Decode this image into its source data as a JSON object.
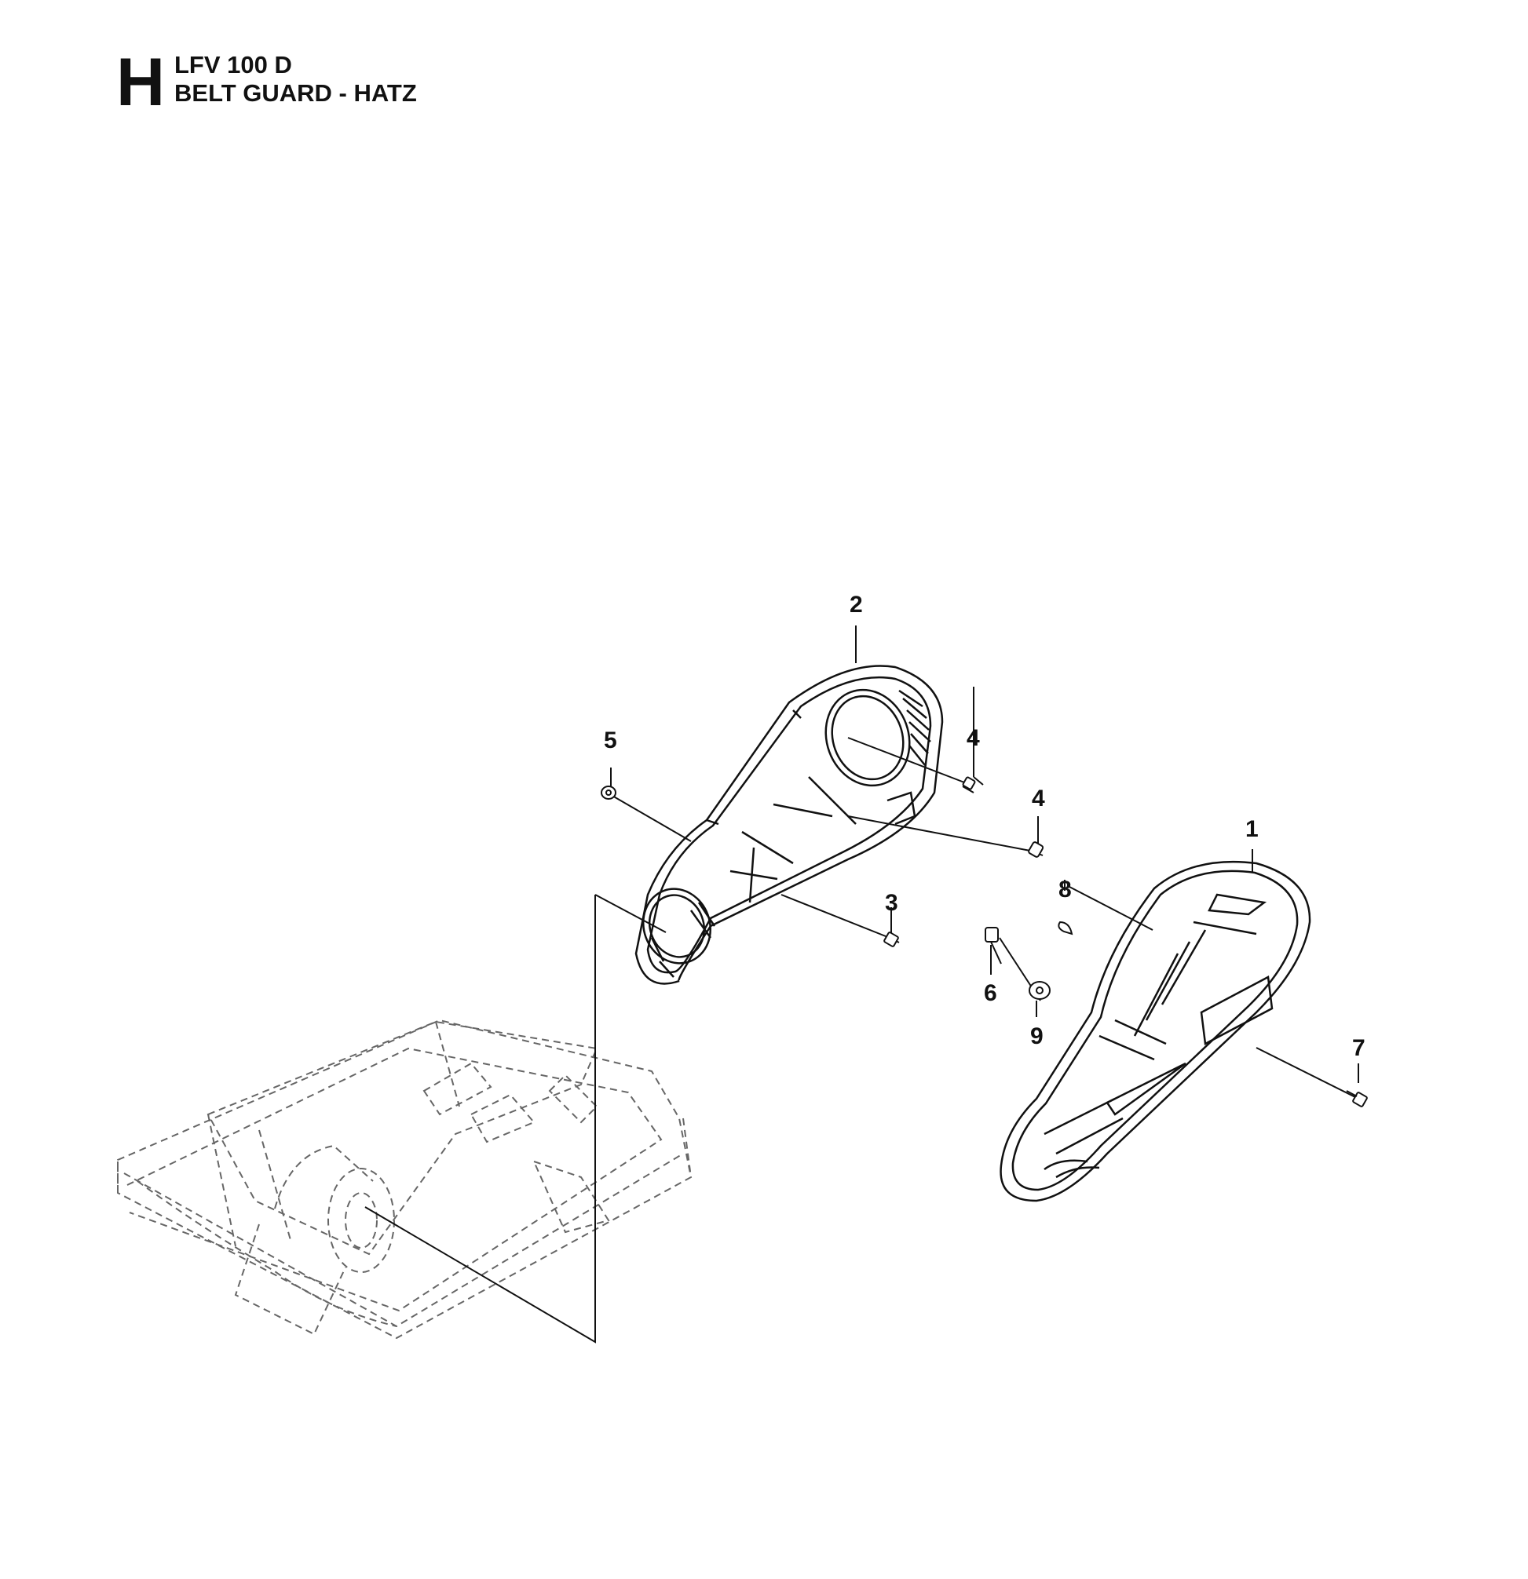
{
  "header": {
    "section_letter": "H",
    "model": "LFV 100 D",
    "title": "BELT GUARD - HATZ"
  },
  "callouts": [
    {
      "id": "c1",
      "label": "1"
    },
    {
      "id": "c2",
      "label": "2"
    },
    {
      "id": "c3",
      "label": "3"
    },
    {
      "id": "c4a",
      "label": "4"
    },
    {
      "id": "c4b",
      "label": "4"
    },
    {
      "id": "c5",
      "label": "5"
    },
    {
      "id": "c6",
      "label": "6"
    },
    {
      "id": "c7",
      "label": "7"
    },
    {
      "id": "c8",
      "label": "8"
    },
    {
      "id": "c9",
      "label": "9"
    }
  ]
}
